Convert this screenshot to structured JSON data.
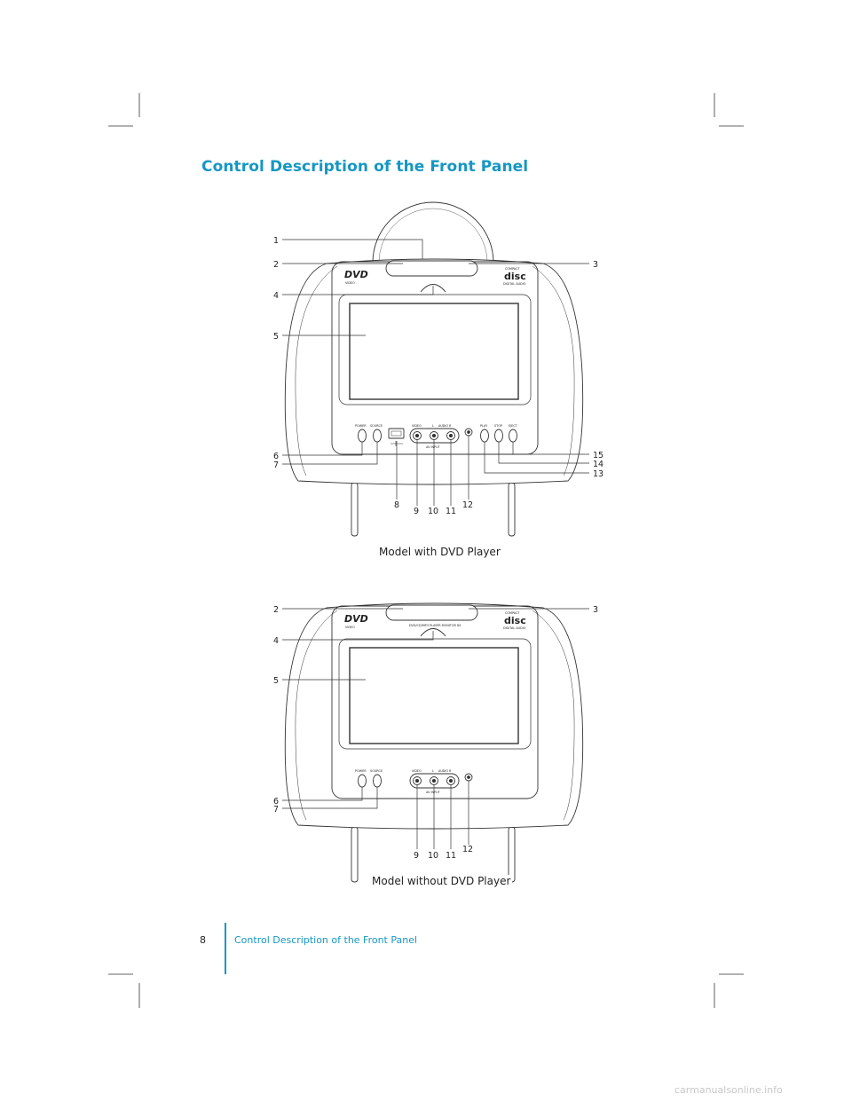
{
  "page": {
    "title": "Control Description of the Front Panel",
    "footer_page_number": "8",
    "footer_title": "Control Description of the Front Panel",
    "watermark": "carmanualsonline.info"
  },
  "accent_color": "#1597c4",
  "model_dvd": {
    "caption": "Model with DVD Player",
    "callouts": [
      "1",
      "2",
      "3",
      "4",
      "5",
      "6",
      "7",
      "8",
      "9",
      "10",
      "11",
      "12",
      "13",
      "14",
      "15"
    ],
    "buttons": {
      "power": "POWER",
      "source": "SOURCE",
      "play": "PLAY",
      "stop": "STOP",
      "eject": "EJECT"
    },
    "jacks": {
      "video": "VIDEO",
      "audio_l": "L",
      "audio": "AUDIO",
      "audio_r": "R",
      "av_input": "AV INPUT"
    }
  },
  "model_no_dvd": {
    "caption": "Model without DVD Player",
    "model_label": "DVD/CD/MP3 PLAYER MONITOR 8X",
    "callouts": [
      "2",
      "3",
      "4",
      "5",
      "6",
      "7",
      "9",
      "10",
      "11",
      "12"
    ],
    "buttons": {
      "power": "POWER",
      "source": "SOURCE"
    },
    "jacks": {
      "video": "VIDEO",
      "audio_l": "L",
      "audio": "AUDIO",
      "audio_r": "R",
      "av_input": "AV INPUT"
    }
  },
  "logos": {
    "dvd": "DVD",
    "dvd_sub": "VIDEO",
    "disc": "disc",
    "disc_top": "COMPACT",
    "disc_sub": "DIGITAL AUDIO"
  }
}
